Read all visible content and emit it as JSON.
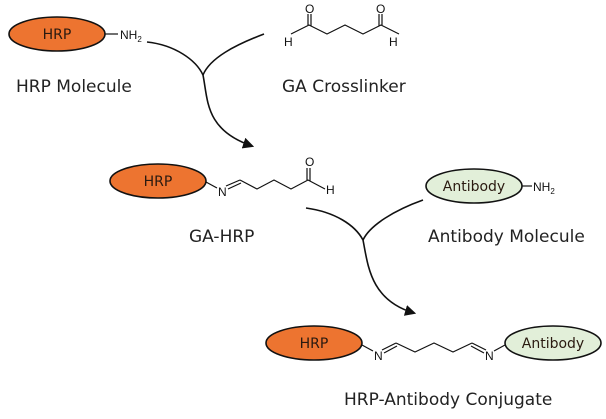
{
  "colors": {
    "hrp_fill": "#ED7430",
    "antibody_fill": "#E2EFD9",
    "outline": "#111111"
  },
  "hrp_molecule": {
    "oval_label": "HRP",
    "group": "NH",
    "group_subscript": "2",
    "caption": "HRP Molecule"
  },
  "ga_crosslinker": {
    "atom_O_left": "O",
    "atom_O_right": "O",
    "atom_H_left": "H",
    "atom_H_right": "H",
    "caption": "GA Crosslinker"
  },
  "ga_hrp": {
    "oval_label": "HRP",
    "atom_N": "N",
    "atom_O": "O",
    "atom_H": "H",
    "caption": "GA-HRP"
  },
  "antibody_molecule": {
    "oval_label": "Antibody",
    "group": "NH",
    "group_subscript": "2",
    "caption": "Antibody Molecule"
  },
  "conjugate": {
    "left_oval_label": "HRP",
    "right_oval_label": "Antibody",
    "atom_N_left": "N",
    "atom_N_right": "N",
    "caption": "HRP-Antibody Conjugate"
  }
}
